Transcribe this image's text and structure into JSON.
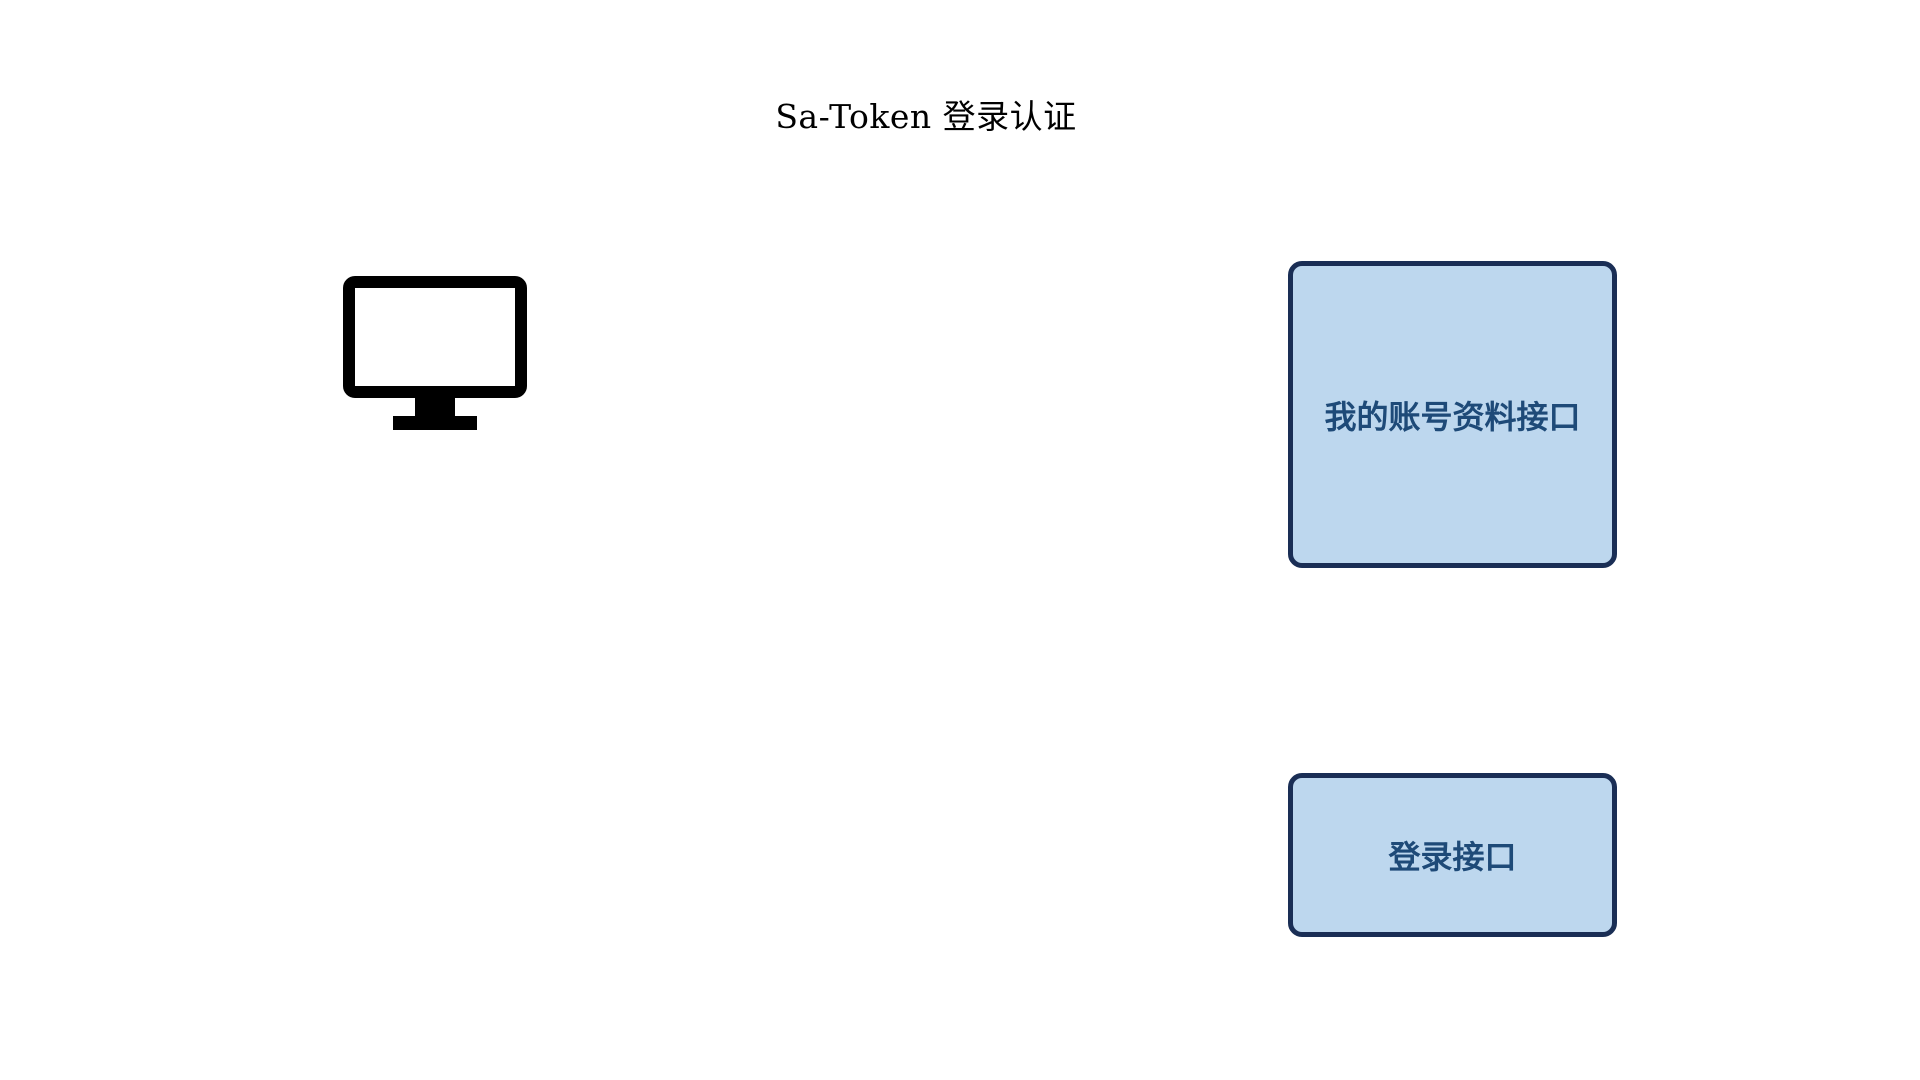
{
  "diagram": {
    "title": "Sa-Token 登录认证",
    "client": {
      "icon": "monitor-icon",
      "color": "#000000"
    },
    "nodes": [
      {
        "id": "profile-api",
        "label": "我的账号资料接口"
      },
      {
        "id": "login-api",
        "label": "登录接口"
      }
    ],
    "colors": {
      "node_fill": "#bdd7ee",
      "node_border": "#1a2e55",
      "node_text": "#1e4a78"
    }
  }
}
